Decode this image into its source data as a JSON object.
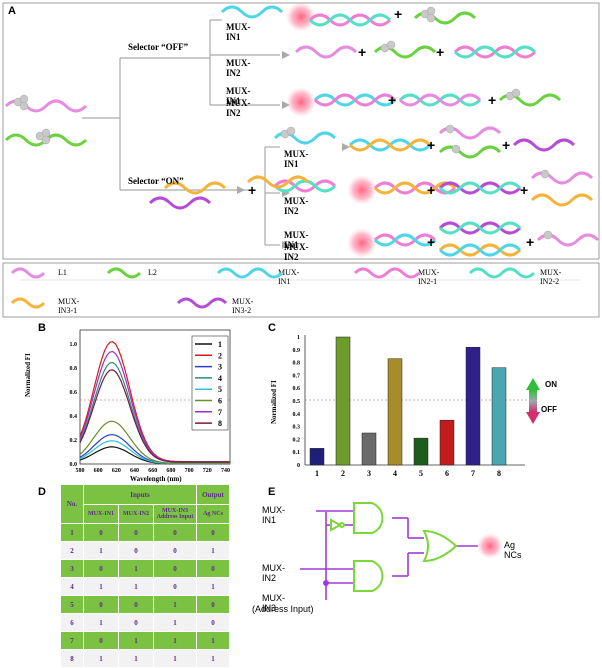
{
  "panels": {
    "a": "A",
    "b": "B",
    "c": "C",
    "d": "D",
    "e": "E"
  },
  "panel_a": {
    "selector_off": "Selector “OFF”",
    "selector_on": "Selector “ON”",
    "mux_in1": "MUX-IN1",
    "mux_in2": "MUX-IN2",
    "plus": "+"
  },
  "legend": [
    {
      "label": "L1",
      "color": "#e58be0"
    },
    {
      "label": "L2",
      "color": "#6ad13f"
    },
    {
      "label": "MUX-IN1",
      "color": "#4fd6e6"
    },
    {
      "label": "MUX-IN2-1",
      "color": "#ef7dd4"
    },
    {
      "label": "MUX-IN2-2",
      "color": "#53e0c3"
    },
    {
      "label": "MUX-IN3-1",
      "color": "#f4b43a"
    },
    {
      "label": "MUX-IN3-2",
      "color": "#b54bd6"
    }
  ],
  "chart_b": {
    "type": "line",
    "xlabel": "Wavelength (nm)",
    "ylabel": "Normalized FI",
    "xticks": [
      "580",
      "600",
      "620",
      "640",
      "660",
      "680",
      "700",
      "720",
      "740"
    ],
    "yticks": [
      "0.0",
      "0.2",
      "0.4",
      "0.6",
      "0.8",
      "1.0"
    ],
    "legend": [
      "1",
      "2",
      "3",
      "4",
      "5",
      "6",
      "7",
      "8"
    ],
    "colors": [
      "#111111",
      "#d01c1c",
      "#2a3fd1",
      "#2a8a87",
      "#32c0d6",
      "#6a8f2a",
      "#9b2fc7",
      "#7a1a3a"
    ],
    "peaks": [
      0.14,
      1.0,
      0.24,
      0.83,
      0.19,
      0.35,
      0.92,
      0.77
    ]
  },
  "chart_data": {
    "type": "bar",
    "categories": [
      "1",
      "2",
      "3",
      "4",
      "5",
      "6",
      "7",
      "8"
    ],
    "values": [
      0.13,
      1.0,
      0.25,
      0.83,
      0.21,
      0.35,
      0.92,
      0.76
    ],
    "ylabel": "Normalized FI",
    "ylim": [
      0,
      1
    ],
    "threshold": 0.5,
    "colors": [
      "#1f1f7a",
      "#6e9c2a",
      "#6b6b6b",
      "#a68c2a",
      "#1e5c1e",
      "#c21c1c",
      "#30208a",
      "#4aa6b0"
    ],
    "yticks": [
      "0",
      "0.1",
      "0.2",
      "0.3",
      "0.4",
      "0.5",
      "0.6",
      "0.7",
      "0.8",
      "0.9",
      "1"
    ],
    "on_label": "ON",
    "off_label": "OFF"
  },
  "truth_table": {
    "h_no": "No.",
    "h_inputs": "Inputs",
    "h_output": "Output",
    "h_in1": "MUX-IN1",
    "h_in2": "MUX-IN2",
    "h_in3": "MUX-IN3 Address Input",
    "h_ag": "Ag NCs",
    "rows": [
      [
        "1",
        "0",
        "0",
        "0",
        "0"
      ],
      [
        "2",
        "1",
        "0",
        "0",
        "1"
      ],
      [
        "3",
        "0",
        "1",
        "0",
        "0"
      ],
      [
        "4",
        "1",
        "1",
        "0",
        "1"
      ],
      [
        "5",
        "0",
        "0",
        "1",
        "0"
      ],
      [
        "6",
        "1",
        "0",
        "1",
        "0"
      ],
      [
        "7",
        "0",
        "1",
        "1",
        "1"
      ],
      [
        "8",
        "1",
        "1",
        "1",
        "1"
      ]
    ]
  },
  "circuit": {
    "in1": "MUX-IN1",
    "in2": "MUX-IN2",
    "in3": "MUX-IN3",
    "in3_sub": "(Address Input)",
    "out": "Ag NCs"
  }
}
